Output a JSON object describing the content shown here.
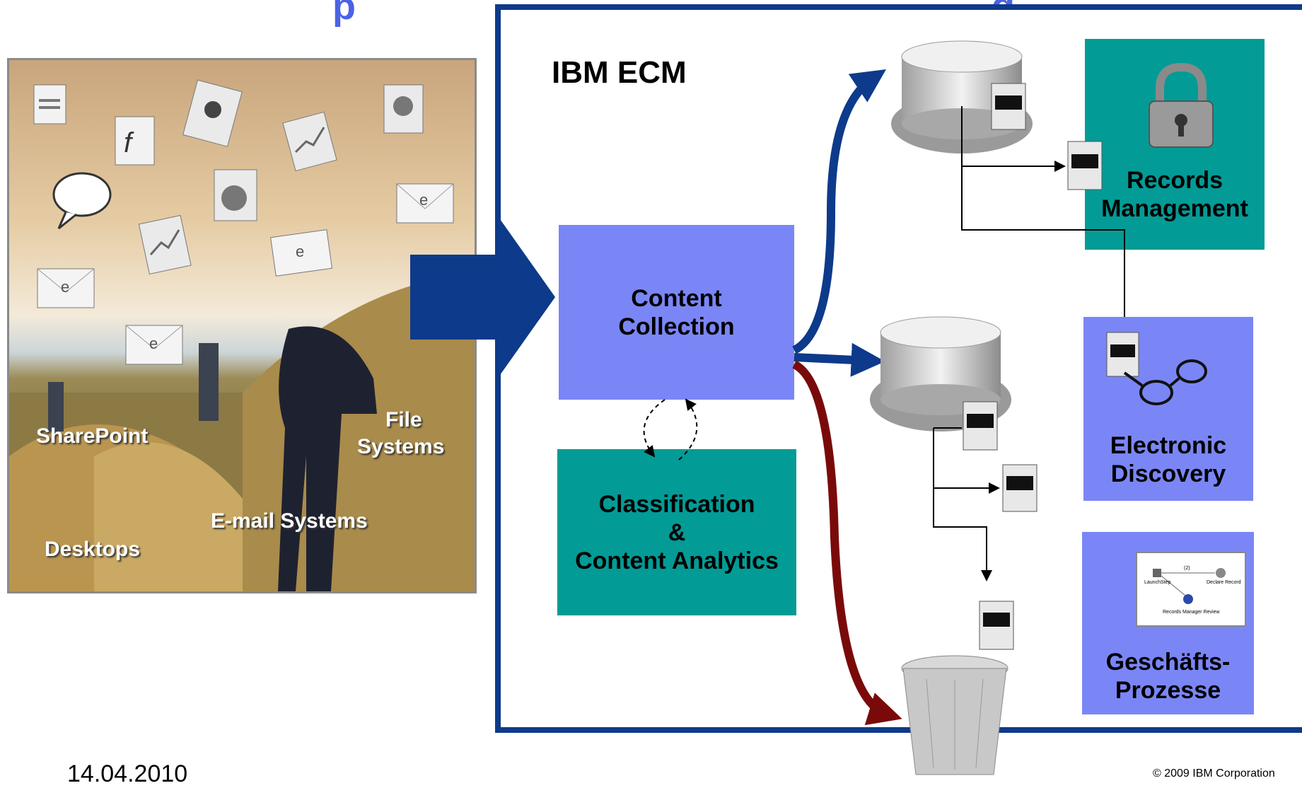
{
  "photo": {
    "labels": {
      "sharepoint": "SharePoint",
      "file_systems_1": "File",
      "file_systems_2": "Systems",
      "email_systems": "E-mail Systems",
      "desktops": "Desktops"
    }
  },
  "ecm": {
    "title": "IBM ECM",
    "content_collection": [
      "Content",
      "Collection"
    ],
    "classification": [
      "Classification",
      "&",
      "Content Analytics"
    ],
    "records_management": [
      "Records",
      "Management"
    ],
    "electronic_discovery": [
      "Electronic",
      "Discovery"
    ],
    "geschaefts_prozesse": [
      "Geschäfts-",
      "Prozesse"
    ],
    "workflow_mini": {
      "launch": "LaunchStep",
      "declare": "Declare Record",
      "review": "Records Manager Review",
      "count": "(2)"
    }
  },
  "colors": {
    "frame": "#0d3a8a",
    "blue_box": "#7a86f5",
    "teal_box": "#039b96",
    "arrow_dark_red": "#7a0a0a"
  },
  "footer": {
    "date": "14.04.2010",
    "copyright": "© 2009 IBM Corporation"
  }
}
